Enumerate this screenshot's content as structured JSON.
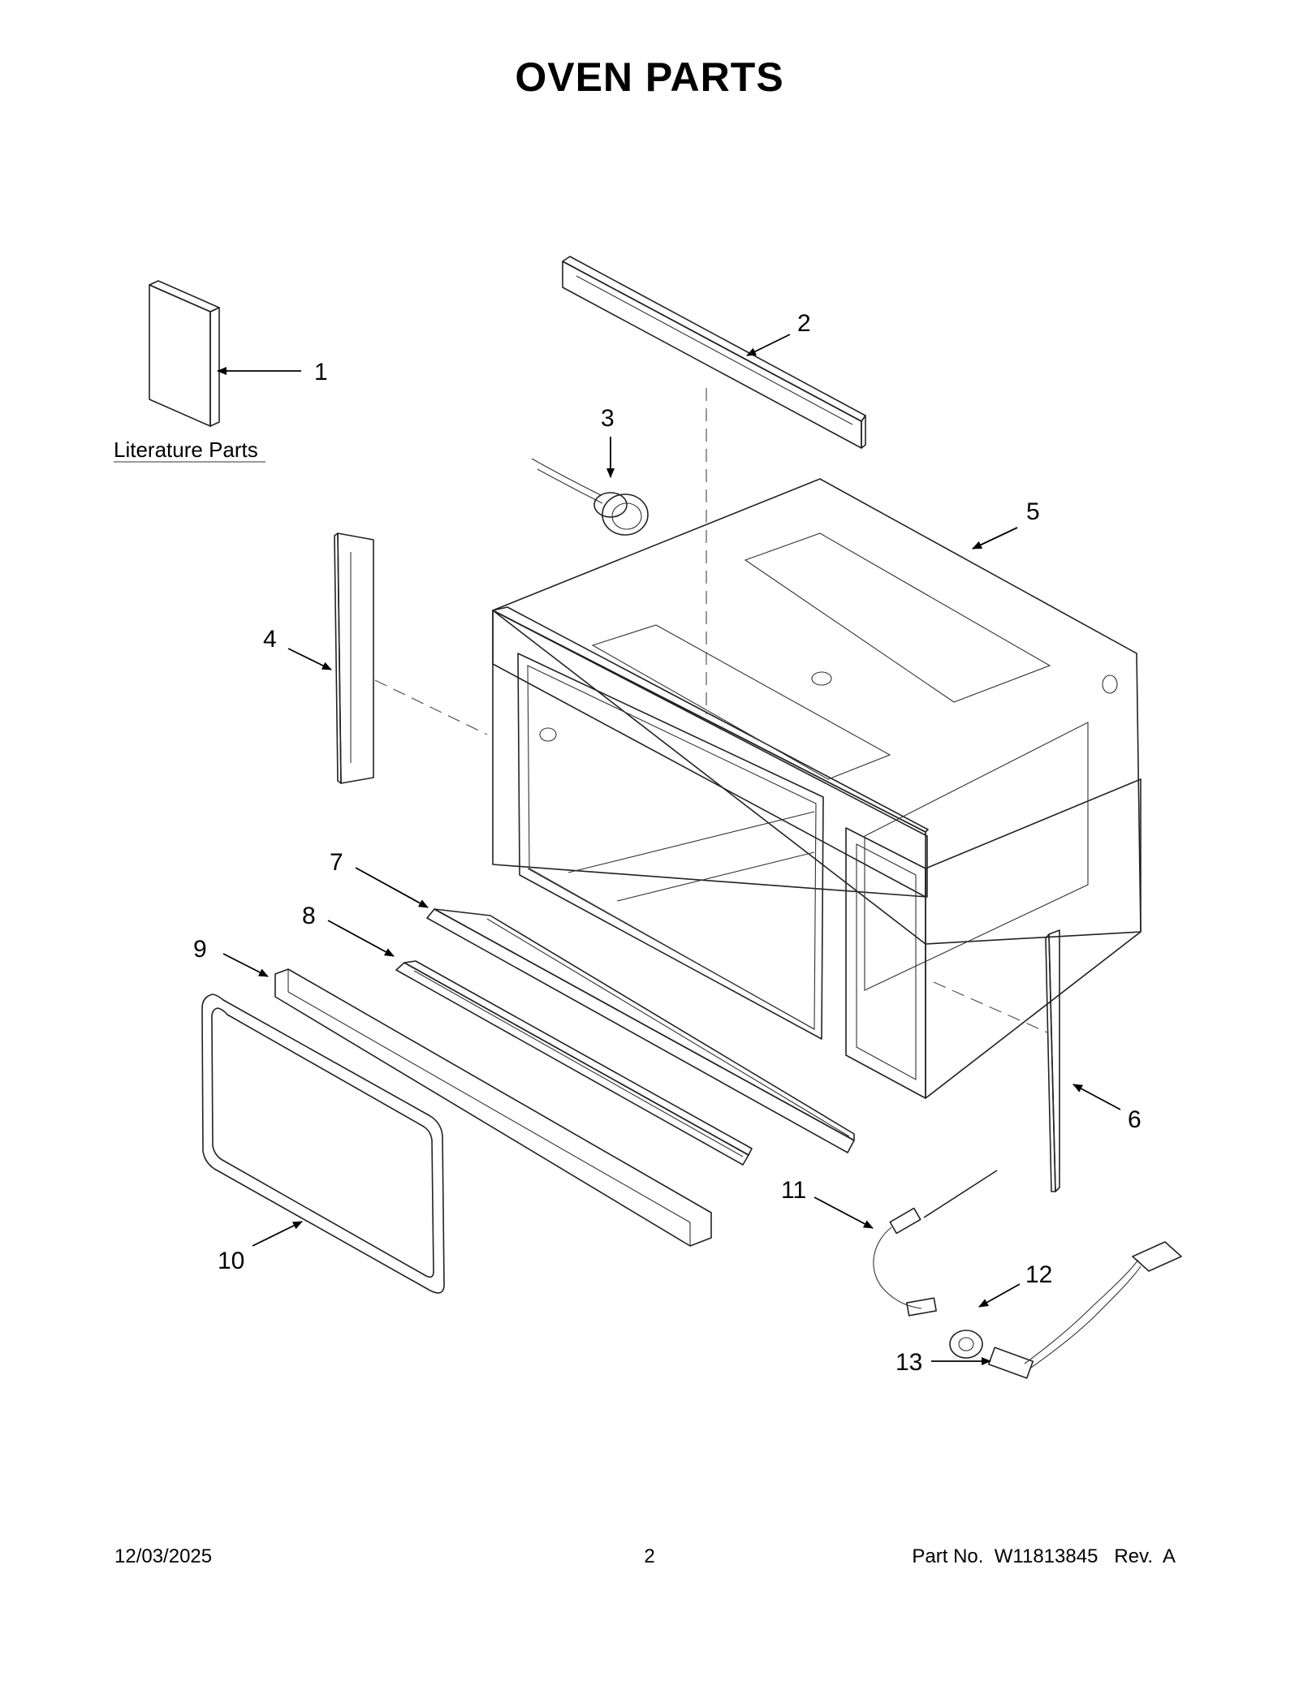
{
  "page": {
    "title": "OVEN  PARTS",
    "literature_label": "Literature Parts",
    "footer_date": "12/03/2025",
    "footer_page": "2",
    "footer_part_no": "Part No.  W11813845   Rev.  A"
  },
  "callouts": [
    "1",
    "2",
    "3",
    "4",
    "5",
    "6",
    "7",
    "8",
    "9",
    "10",
    "11",
    "12",
    "13"
  ]
}
